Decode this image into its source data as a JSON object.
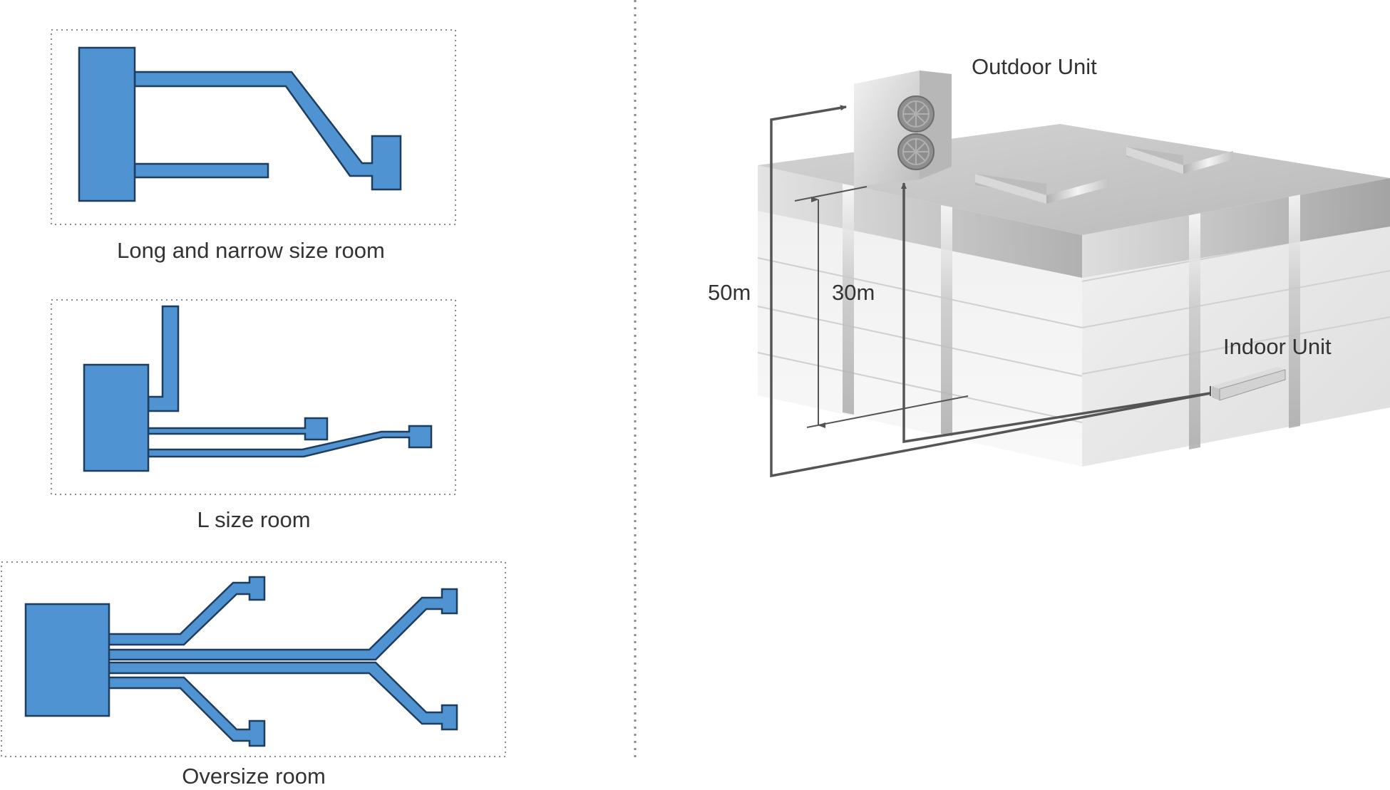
{
  "left_panel": {
    "layouts": [
      {
        "caption": "Long and narrow size room"
      },
      {
        "caption": "L size room"
      },
      {
        "caption": "Oversize room"
      }
    ]
  },
  "right_panel": {
    "outdoor_unit_label": "Outdoor Unit",
    "indoor_unit_label": "Indoor Unit",
    "height_50_label": "50m",
    "height_30_label": "30m"
  },
  "colors": {
    "duct_fill": "#4f93d2",
    "duct_stroke": "#1f3d5c",
    "frame_dots": "#8a8a8a",
    "text": "#333333"
  }
}
